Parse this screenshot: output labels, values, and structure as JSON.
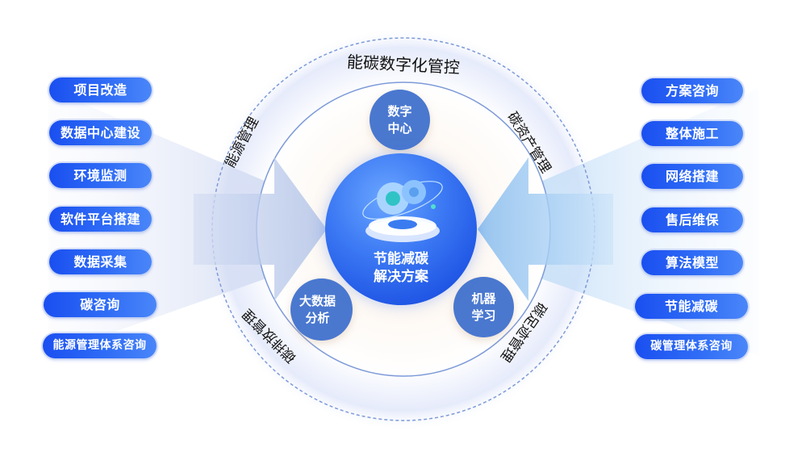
{
  "diagram": {
    "outer_ring_label": "能碳数字化管控",
    "ring_labels": {
      "top_left": "能源管理",
      "top_right": "碳资产管理",
      "bottom_left": "碳排放管理",
      "bottom_right": "碳足迹管理"
    },
    "core": {
      "icon": "gear-platform-icon",
      "line1": "节能减碳",
      "line2": "解决方案"
    },
    "satellites": [
      {
        "line1": "数字",
        "line2": "中心"
      },
      {
        "line1": "大数据",
        "line2": "分析"
      },
      {
        "line1": "机器",
        "line2": "学习"
      }
    ],
    "left_items": [
      "项目改造",
      "数据中心建设",
      "环境监测",
      "软件平台搭建",
      "数据采集",
      "碳咨询",
      "能源管理体系咨询"
    ],
    "right_items": [
      "方案咨询",
      "整体施工",
      "网络搭建",
      "售后维保",
      "算法模型",
      "节能减碳",
      "碳管理体系咨询"
    ],
    "colors": {
      "pill_blue": "#1a4ff0",
      "node_blue": "#4a78cf",
      "core_blue": "#2158e6",
      "ring_line": "#7d9ad8"
    }
  }
}
